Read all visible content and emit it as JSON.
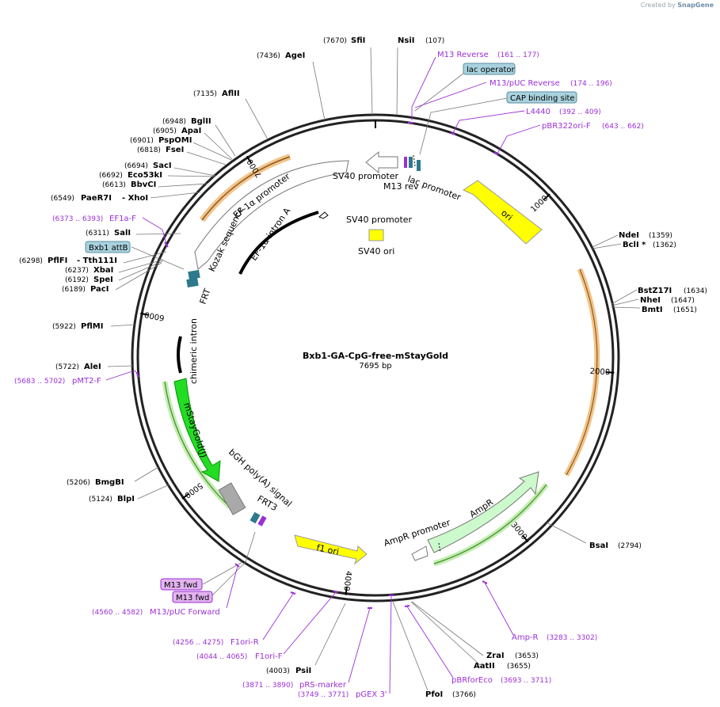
{
  "credit": {
    "prefix": "Created by",
    "brand": "SnapGene"
  },
  "plasmid": {
    "name": "Bxb1-GA-CpG-free-mStayGold",
    "length": "7695 bp",
    "bp": 7695
  },
  "scale_ticks": [
    "1000",
    "2000",
    "3000",
    "4000",
    "5000",
    "6000",
    "7000"
  ],
  "enzymes_right": [
    {
      "name": "NsiI",
      "pos": "(107)"
    },
    {
      "name": "NdeI",
      "pos": "(1359)"
    },
    {
      "name": "BclI *",
      "pos": "(1362)"
    },
    {
      "name": "BstZ17I",
      "pos": "(1634)"
    },
    {
      "name": "NheI",
      "pos": "(1647)"
    },
    {
      "name": "BmtI",
      "pos": "(1651)"
    },
    {
      "name": "BsaI",
      "pos": "(2794)"
    },
    {
      "name": "ZraI",
      "pos": "(3653)"
    },
    {
      "name": "AatII",
      "pos": "(3655)"
    },
    {
      "name": "PfoI",
      "pos": "(3766)"
    }
  ],
  "enzymes_left": [
    {
      "name": "SfiI",
      "pos": "(7670)"
    },
    {
      "name": "AgeI",
      "pos": "(7436)"
    },
    {
      "name": "AflII",
      "pos": "(7135)"
    },
    {
      "name": "BglII",
      "pos": "(6948)"
    },
    {
      "name": "ApaI",
      "pos": "(6905)"
    },
    {
      "name": "PspOMI",
      "pos": "(6901)"
    },
    {
      "name": "FseI",
      "pos": "(6818)"
    },
    {
      "name": "SacI",
      "pos": "(6694)"
    },
    {
      "name": "Eco53kI",
      "pos": "(6692)"
    },
    {
      "name": "BbvCI",
      "pos": "(6613)"
    },
    {
      "name": "PaeR7I",
      "pos": "(6549)"
    },
    {
      "name": "- XhoI",
      "pos": ""
    },
    {
      "name": "SalI",
      "pos": "(6311)"
    },
    {
      "name": "PflFI",
      "pos": "(6298)"
    },
    {
      "name": "- Tth111I",
      "pos": ""
    },
    {
      "name": "XbaI",
      "pos": "(6237)"
    },
    {
      "name": "SpeI",
      "pos": "(6192)"
    },
    {
      "name": "PacI",
      "pos": "(6189)"
    },
    {
      "name": "PflMI",
      "pos": "(5922)"
    },
    {
      "name": "AleI",
      "pos": "(5722)"
    },
    {
      "name": "BmgBI",
      "pos": "(5206)"
    },
    {
      "name": "BlpI",
      "pos": "(5124)"
    },
    {
      "name": "PsiI",
      "pos": "(4003)"
    }
  ],
  "primers": [
    {
      "name": "M13 Reverse",
      "range": "(161 .. 177)"
    },
    {
      "name": "M13/pUC Reverse",
      "range": "(174 .. 196)"
    },
    {
      "name": "L4440",
      "range": "(392 .. 409)"
    },
    {
      "name": "pBR322ori-F",
      "range": "(643 .. 662)"
    },
    {
      "name": "EF1a-F",
      "range": "(6373 .. 6393)"
    },
    {
      "name": "pMT2-F",
      "range": "(5683 .. 5702)"
    },
    {
      "name": "M13/pUC Forward",
      "range": "(4560 .. 4582)"
    },
    {
      "name": "F1ori-R",
      "range": "(4256 .. 4275)"
    },
    {
      "name": "F1ori-F",
      "range": "(4044 .. 4065)"
    },
    {
      "name": "pRS-marker",
      "range": "(3871 .. 3890)"
    },
    {
      "name": "pGEX 3'",
      "range": "(3749 .. 3771)"
    },
    {
      "name": "Amp-R",
      "range": "(3283 .. 3302)"
    },
    {
      "name": "pBRforEco",
      "range": "(3693 .. 3711)"
    }
  ],
  "boxed_labels": [
    "lac operator",
    "CAP binding site",
    "Bxb1 attB",
    "M13 fwd",
    "M13 fwd"
  ],
  "features": [
    "SV40 promoter",
    "M13 rev",
    "lac promoter",
    "ori",
    "EF-1α promoter",
    "EF-1α intron A",
    "SV40 promoter",
    "SV40 ori",
    "Kozak sequence",
    "FRT",
    "chimeric intron",
    "mStayGold(J)",
    "bGH poly(A) signal",
    "FRT3",
    "f1 ori",
    "AmpR promoter",
    "AmpR"
  ],
  "colors": {
    "backbone": "#222222",
    "enzyme": "#000000",
    "primer": "#9b2fd6",
    "boxed_fill": "#a9d2de",
    "primer_box_fill": "#e2b3ef",
    "ori": "#ffff00",
    "mstaygold": "#22dd22",
    "ampr": "#ccfacc",
    "highlight_orange": "#f0b060",
    "highlight_green": "#a4e38a",
    "grey_feature": "#a9a9a9",
    "teal_feature": "#2c7a8c"
  }
}
